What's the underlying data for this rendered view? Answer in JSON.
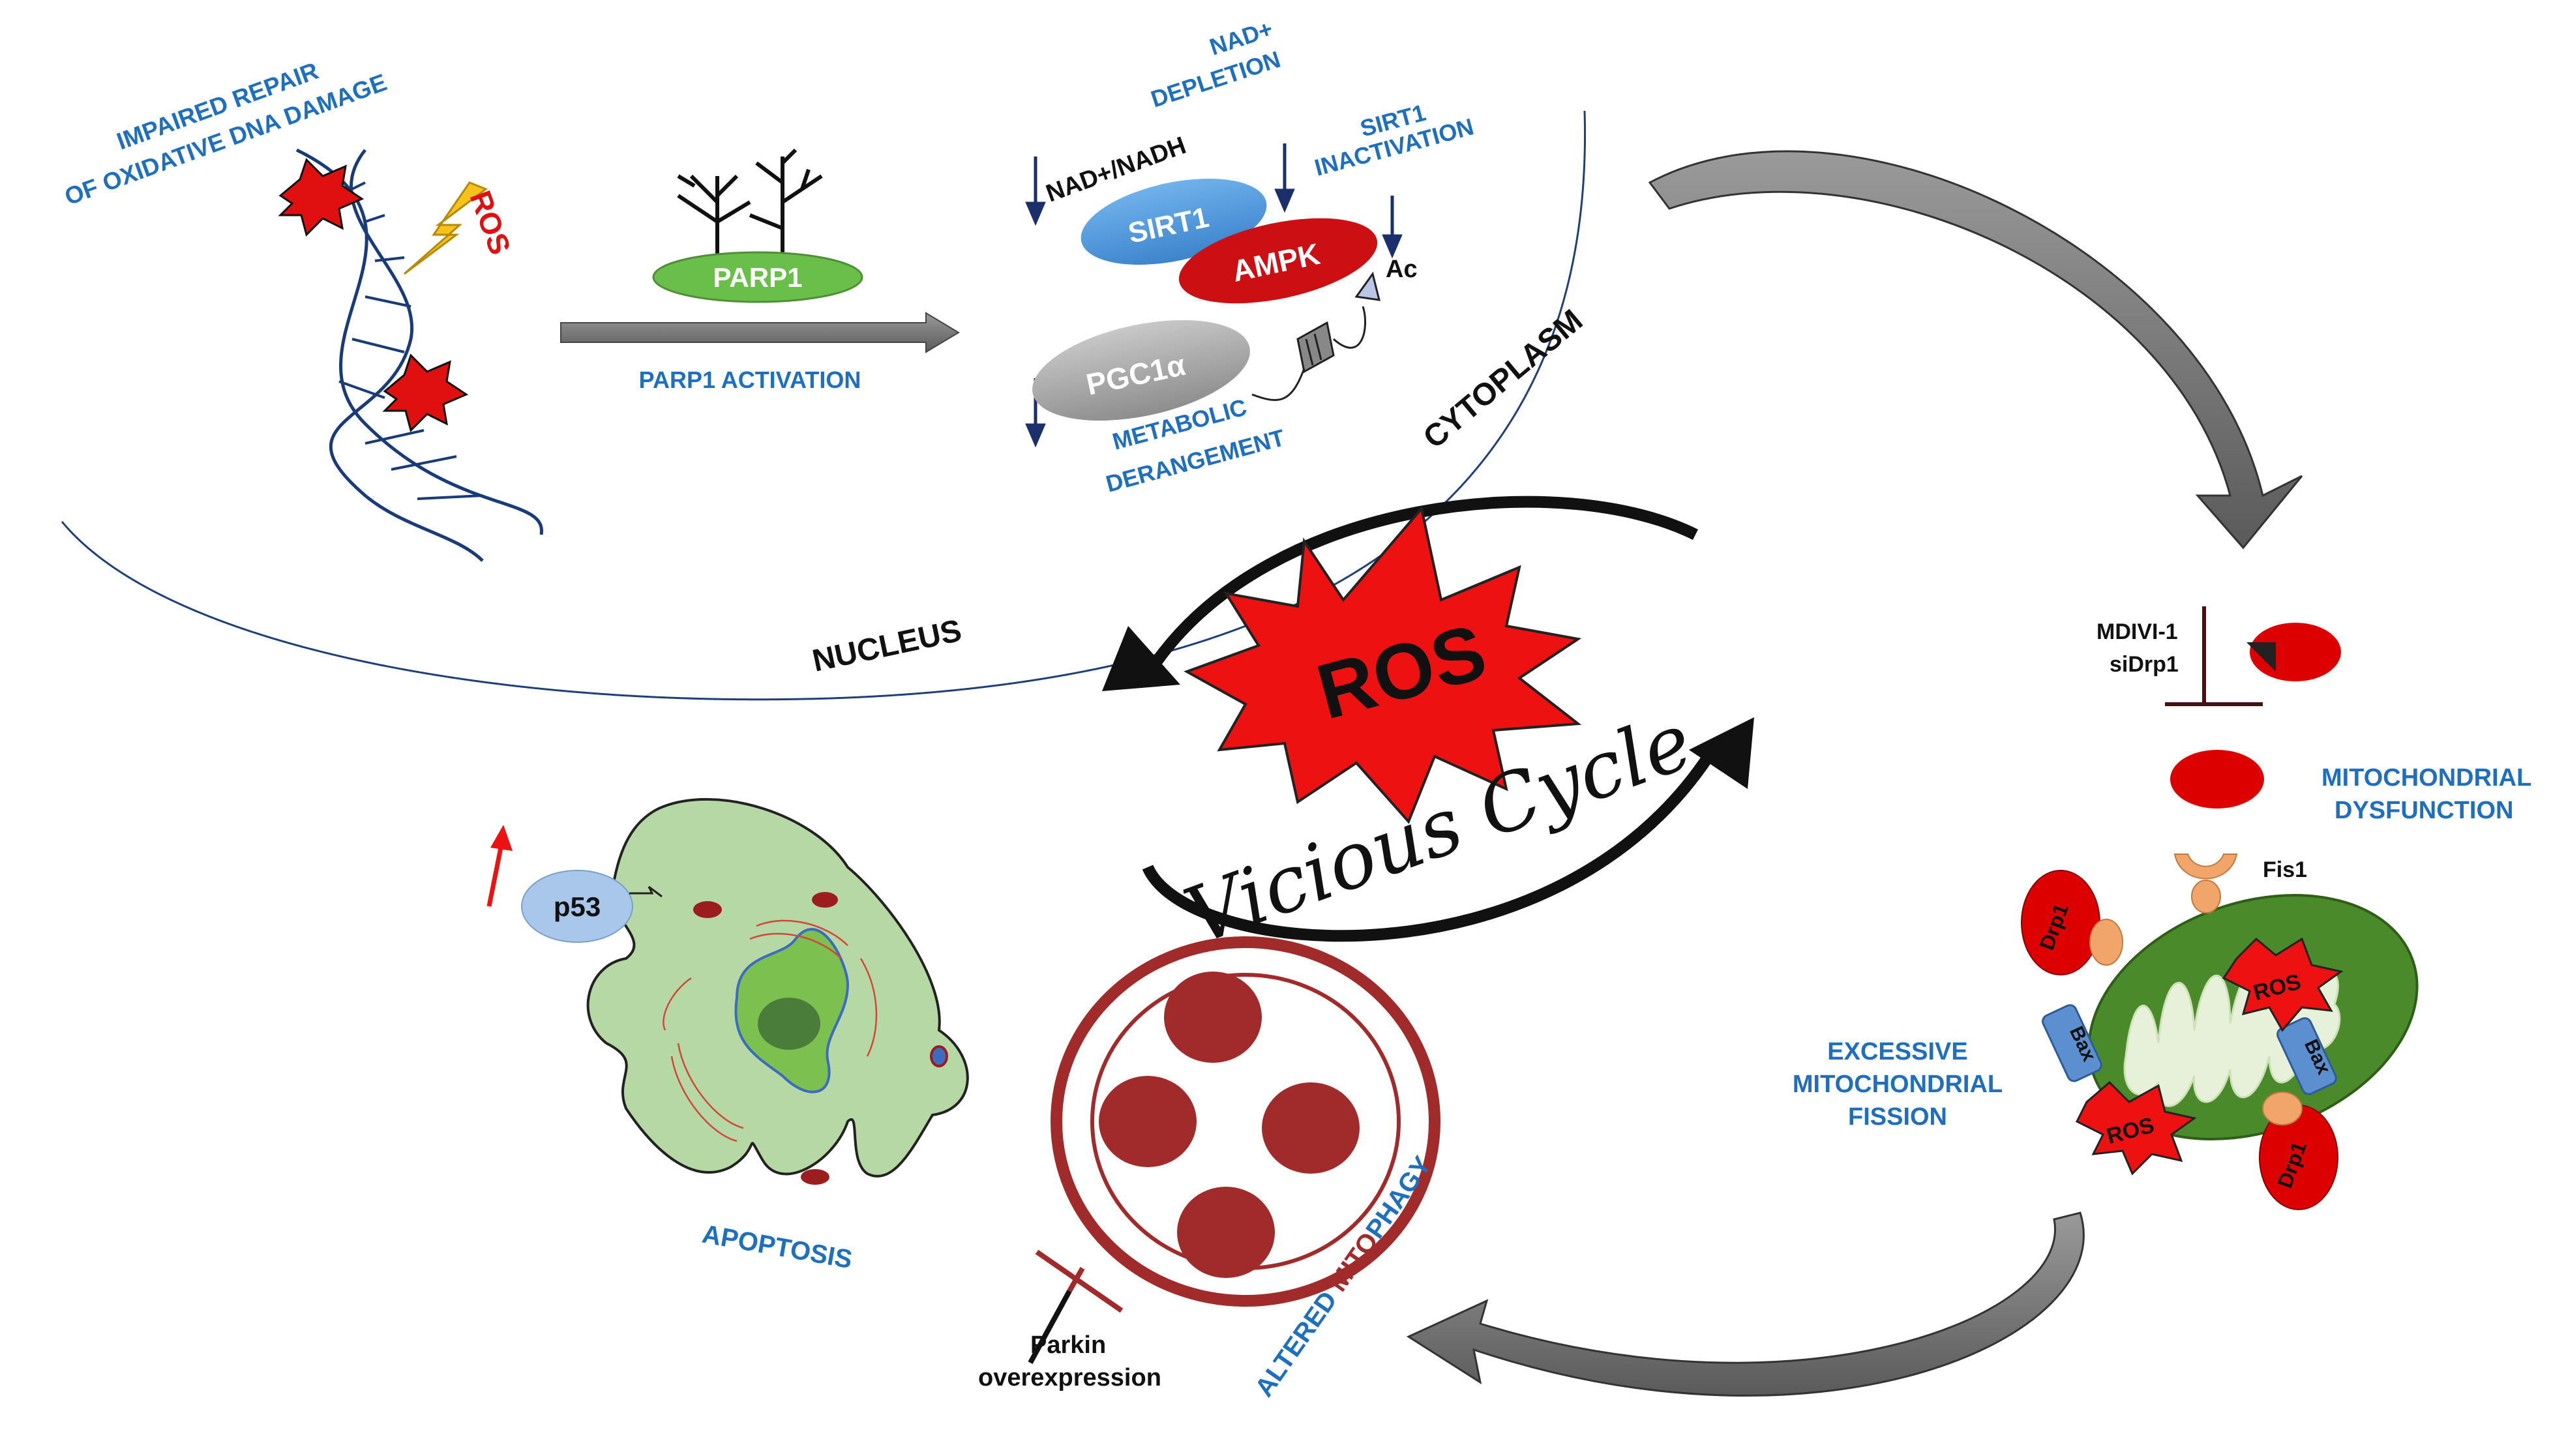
{
  "nucleus": {
    "dna_label_line1": "IMPAIRED REPAIR",
    "dna_label_line2": "OF OXIDATIVE DNA DAMAGE",
    "ros_small": "ROS",
    "parp1": "PARP1",
    "parp1_activation": "PARP1 ACTIVATION",
    "nad_depletion_line1": "NAD+",
    "nad_depletion_line2": "DEPLETION",
    "nad_ratio": "NAD+/NADH",
    "sirt1_inactivation_line1": "SIRT1",
    "sirt1_inactivation_line2": "INACTIVATION",
    "sirt1": "SIRT1",
    "ampk": "AMPK",
    "ac": "Ac",
    "pgc1a": "PGC1α",
    "metabolic_line1": "METABOLIC",
    "metabolic_line2": "DERANGEMENT",
    "nucleus_label": "NUCLEUS",
    "cytoplasm_label": "CYTOPLASM"
  },
  "center": {
    "ros": "ROS",
    "vicious_cycle": "Vicious Cycle"
  },
  "mitochondria": {
    "mdivi": "MDIVI-1",
    "sidrp1": "siDrp1",
    "dysfunction_line1": "MITOCHONDRIAL",
    "dysfunction_line2": "DYSFUNCTION",
    "fis1": "Fis1",
    "drp1": "Drp1",
    "bax": "Bax",
    "ros": "ROS",
    "fission_line1": "EXCESSIVE",
    "fission_line2": "MITOCHONDRIAL",
    "fission_line3": "FISSION"
  },
  "mitophagy": {
    "parkin_line1": "Parkin",
    "parkin_line2": "overexpression",
    "altered": "ALTERED ",
    "mito": "MITO",
    "phagy": "PHAGY"
  },
  "apoptosis": {
    "p53": "p53",
    "label": "APOPTOSIS"
  },
  "colors": {
    "label_blue": "#1f6fbf",
    "ros_red": "#ee1111",
    "mito_green": "#4b8a2a",
    "dark_red": "#9b2a2a"
  }
}
